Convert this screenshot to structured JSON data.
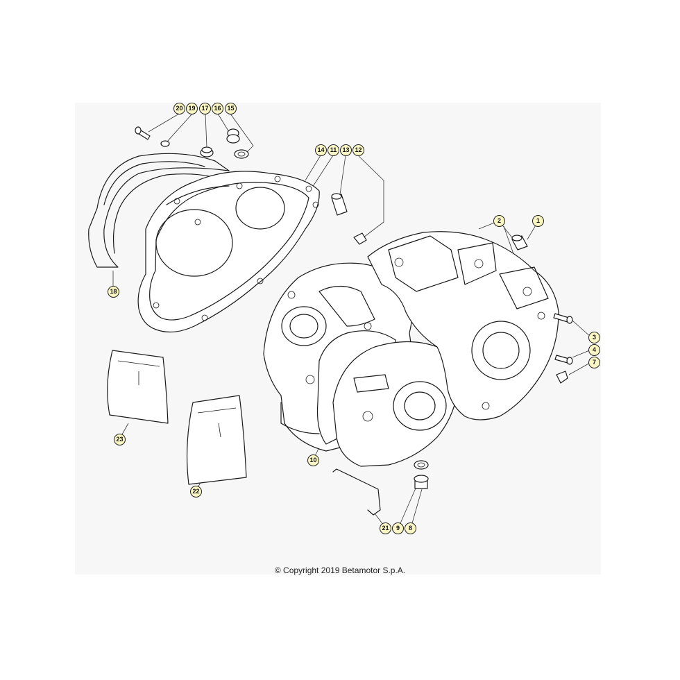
{
  "copyright": "© Copyright 2019 Betamotor S.p.A.",
  "callouts": {
    "c1": "1",
    "c2": "2",
    "c3": "3",
    "c4": "4",
    "c7": "7",
    "c8": "8",
    "c9": "9",
    "c10": "10",
    "c11": "11",
    "c12": "12",
    "c13": "13",
    "c14": "14",
    "c15": "15",
    "c16": "16",
    "c17": "17",
    "c18": "18",
    "c19": "19",
    "c20": "20",
    "c21": "21",
    "c22": "22",
    "c23": "23"
  },
  "colors": {
    "callout_fill": "#fbf7c4",
    "line": "#1a1a1a",
    "panel": "#f7f7f7"
  }
}
